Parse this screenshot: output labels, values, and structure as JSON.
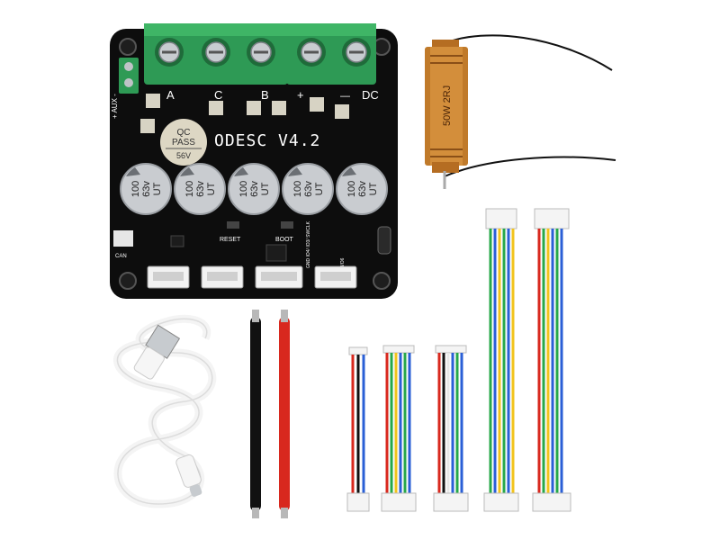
{
  "board": {
    "name": "ODESC V4.2",
    "qc": {
      "line1": "QC",
      "line2": "PASS",
      "line3": "56V"
    },
    "terminals": {
      "a": "A",
      "c": "C",
      "b": "B",
      "plus": "+",
      "minus": "—",
      "dc": "DC"
    },
    "aux": "+ AUX -",
    "capacitor": {
      "line1": "100",
      "line2": "63v",
      "line3": "UT"
    },
    "buttons": {
      "reset": "RESET",
      "boot": "BOOT"
    },
    "can": "CAN",
    "connector_labels": {
      "pins": "GND IO4/ IO3/ SWCLK",
      "pins2": "I/O6"
    }
  },
  "resistor": {
    "label": "50W 2RJ"
  },
  "colors": {
    "board": "#0d0d0d",
    "terminal": "#2e9a55",
    "resistor": "#c07a2a",
    "cap": "#c9ccd0",
    "wire_red": "#d8281e",
    "wire_black": "#111111",
    "wire_green": "#27a84a",
    "wire_blue": "#2a5fd6",
    "wire_yellow": "#f2c31c",
    "wire_white": "#e8e8e8"
  }
}
